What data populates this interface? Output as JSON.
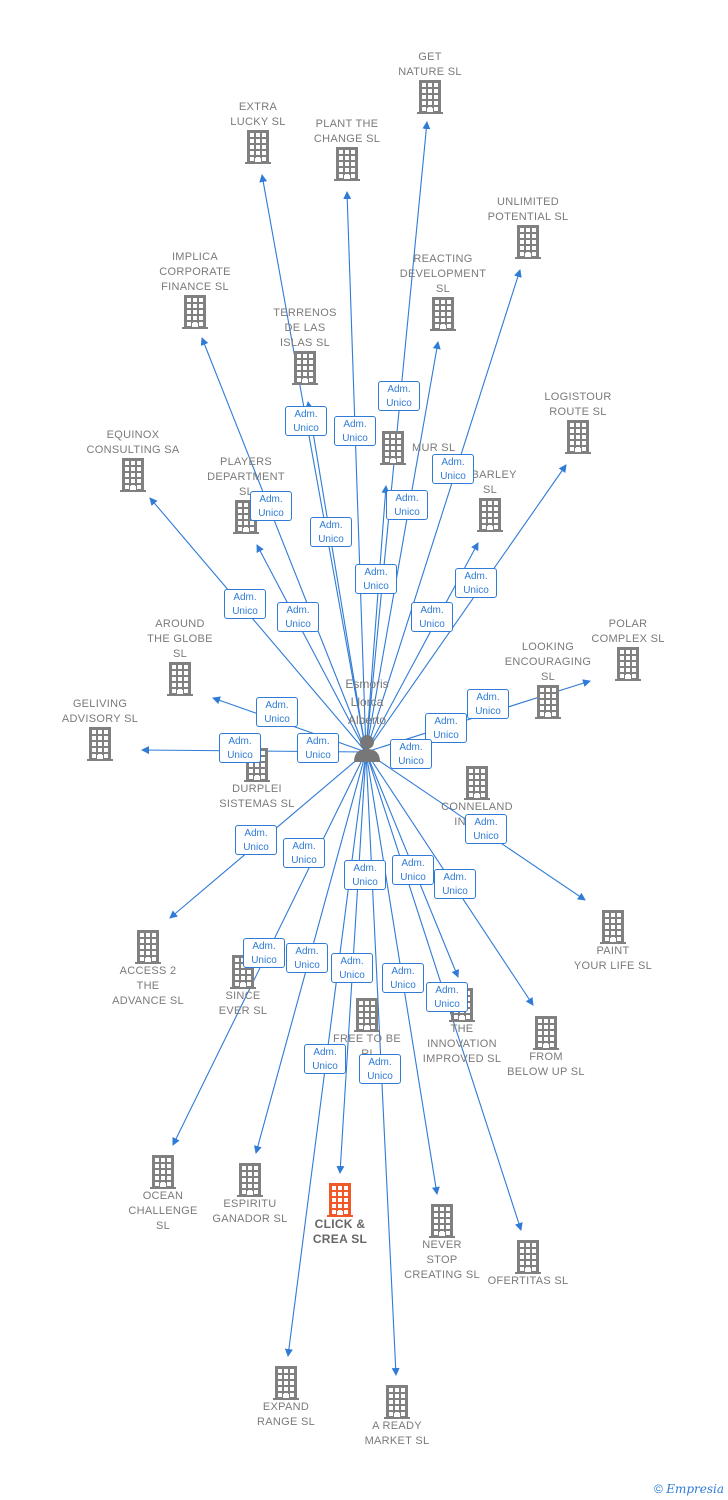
{
  "diagram": {
    "center": {
      "label": "Esmoris\nLlorca\nAlberto",
      "icon": "person-icon"
    },
    "relationship_label": "Adm.\nUnico",
    "companies": [
      {
        "id": "get-nature",
        "label": "GET\nNATURE  SL"
      },
      {
        "id": "extra-lucky",
        "label": "EXTRA\nLUCKY  SL"
      },
      {
        "id": "plant-the-change",
        "label": "PLANT THE\nCHANGE  SL"
      },
      {
        "id": "unlimited-potential",
        "label": "UNLIMITED\nPOTENTIAL  SL"
      },
      {
        "id": "implica-corporate-finance",
        "label": "IMPLICA\nCORPORATE\nFINANCE  SL"
      },
      {
        "id": "reacting-development",
        "label": "REACTING\nDEVELOPMENT\nSL"
      },
      {
        "id": "terrenos-de-las-islas",
        "label": "TERRENOS\nDE LAS\nISLAS  SL"
      },
      {
        "id": "logistour-route",
        "label": "LOGISTOUR\nROUTE  SL"
      },
      {
        "id": "equinox-consulting",
        "label": "EQUINOX\nCONSULTING SA"
      },
      {
        "id": "mur",
        "label": "MUR  SL"
      },
      {
        "id": "players-department",
        "label": "PLAYERS\nDEPARTMENT\nSL"
      },
      {
        "id": "nbarley",
        "label": "NBARLEY\nSL"
      },
      {
        "id": "polar-complex",
        "label": "POLAR\nCOMPLEX  SL"
      },
      {
        "id": "around-the-globe",
        "label": "AROUND\nTHE GLOBE\nSL"
      },
      {
        "id": "looking-encouraging",
        "label": "LOOKING\nENCOURAGING\nSL"
      },
      {
        "id": "geliving-advisory",
        "label": "GELIVING\nADVISORY  SL"
      },
      {
        "id": "durplei-sistemas",
        "label": "DURPLEI\nSISTEMAS  SL"
      },
      {
        "id": "conneland-invest",
        "label": "CONNELAND\nINVES      S"
      },
      {
        "id": "paint-your-life",
        "label": "PAINT\nYOUR LIFE  SL"
      },
      {
        "id": "access-2-the-advance",
        "label": "ACCESS 2\nTHE\nADVANCE  SL"
      },
      {
        "id": "since-ever",
        "label": "SINCE\nEVER  SL"
      },
      {
        "id": "free-to-be",
        "label": "FREE TO BE\nRI"
      },
      {
        "id": "the-innovation-improved",
        "label": "THE\nINNOVATION\nIMPROVED  SL"
      },
      {
        "id": "from-below-up",
        "label": "FROM\nBELOW UP  SL"
      },
      {
        "id": "ocean-challenge",
        "label": "OCEAN\nCHALLENGE\nSL"
      },
      {
        "id": "espiritu-ganador",
        "label": "ESPIRITU\nGANADOR SL"
      },
      {
        "id": "click-crea",
        "label": "CLICK &\nCREA  SL",
        "highlight": true
      },
      {
        "id": "never-stop-creating",
        "label": "NEVER\nSTOP\nCREATING  SL"
      },
      {
        "id": "ofertitas",
        "label": "OFERTITAS  SL"
      },
      {
        "id": "expand-range",
        "label": "EXPAND\nRANGE  SL"
      },
      {
        "id": "a-ready-market",
        "label": "A READY\nMARKET  SL"
      }
    ],
    "colors": {
      "edge": "#2f7bd6",
      "building": "#808080",
      "building_highlight": "#f05a28",
      "person": "#777777"
    }
  },
  "footer": {
    "copyright": "©",
    "brand": "Empresia"
  }
}
